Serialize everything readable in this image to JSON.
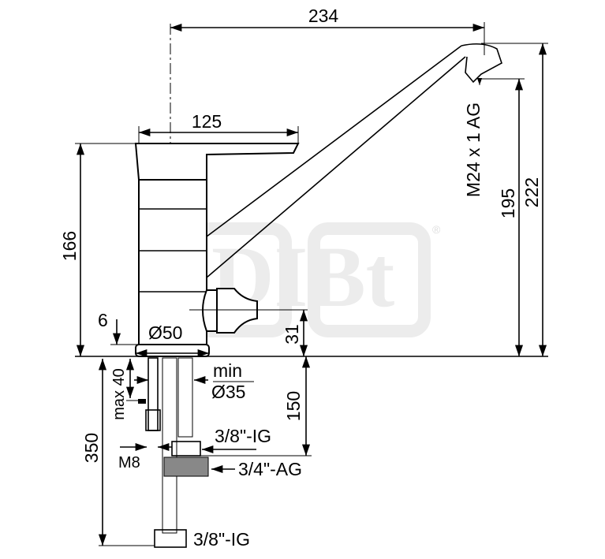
{
  "drawing": {
    "watermark": {
      "text": "DIBt",
      "mark": "®"
    },
    "dimensions": {
      "spout_reach": "234",
      "lever_length": "125",
      "body_height": "166",
      "spout_total_height": "222",
      "spout_outlet_height": "195",
      "aerator_thread": "M24 x 1 AG",
      "flange_offset": "6",
      "base_diameter": "Ø50",
      "valve_height": "31",
      "max_thickness": "max 40",
      "min_hole_label": "min",
      "min_hole_diameter": "Ø35",
      "hose_length_short": "150",
      "hose_length_long": "350",
      "stud_thread": "M8",
      "connection_upper": "3/8\"-IG",
      "connection_valve": "3/4\"-AG",
      "connection_lower": "3/8\"-IG"
    }
  }
}
